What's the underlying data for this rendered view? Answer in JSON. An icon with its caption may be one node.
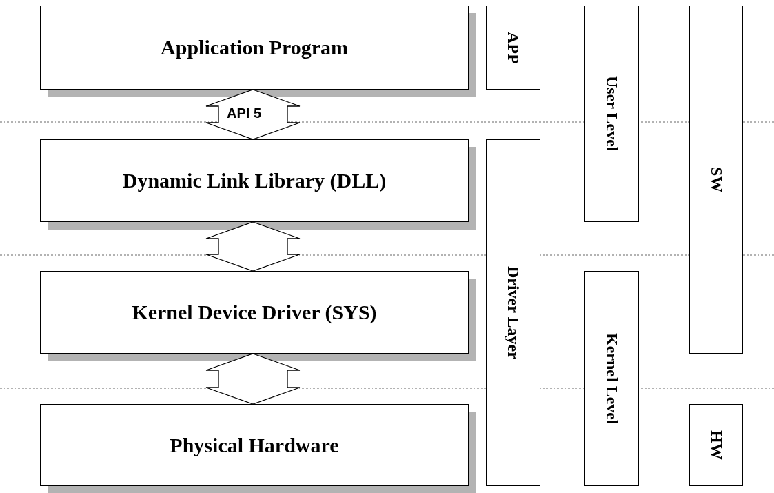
{
  "diagram": {
    "nodes": [
      {
        "text": [
          "Application Program"
        ]
      },
      {
        "text": [
          "Dynamic Link Library (DLL)"
        ]
      },
      {
        "text": [
          "Kernel Device Driver (SYS)"
        ]
      },
      {
        "text": [
          "Physical Hardware"
        ]
      },
      {
        "text": [
          "APP"
        ]
      },
      {
        "text": [
          "Driver Layer"
        ]
      },
      {
        "text": [
          "User Level"
        ]
      },
      {
        "text": [
          "Kernel Level"
        ]
      },
      {
        "text": [
          "SW"
        ]
      },
      {
        "text": [
          "HW"
        ]
      }
    ],
    "edges": [
      {
        "from": 0,
        "to": 1,
        "arrow": "both",
        "label": "API 5"
      },
      {
        "from": 1,
        "to": 2,
        "arrow": "both"
      },
      {
        "from": 2,
        "to": 3,
        "arrow": "both"
      }
    ]
  }
}
